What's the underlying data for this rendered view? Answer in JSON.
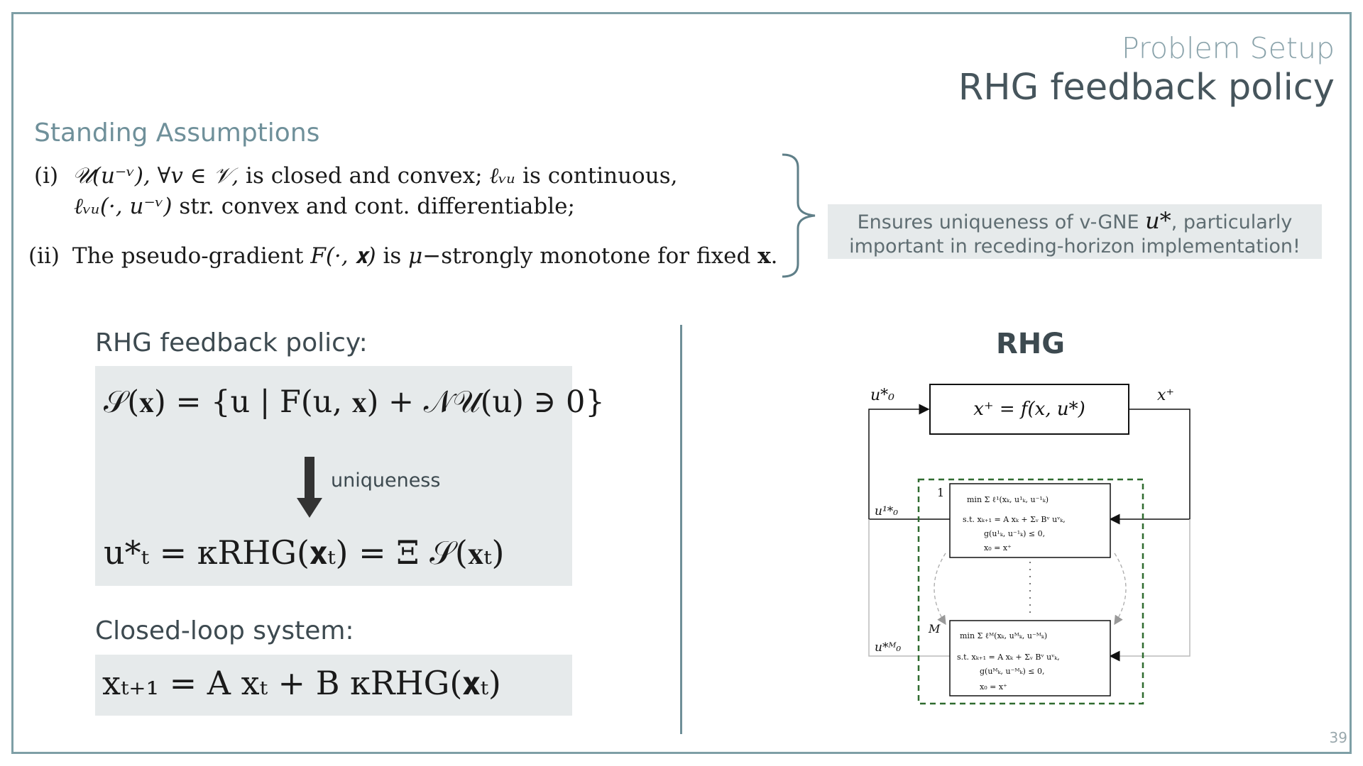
{
  "slide": {
    "section": "Problem Setup",
    "title": "RHG feedback policy",
    "page_number": "39"
  },
  "assumptions": {
    "heading": "Standing Assumptions",
    "item_i_label": "(i)",
    "item_i_line1_math": "𝒰(u⁻ᵛ), ∀v ∈ 𝒱,",
    "item_i_line1_text": " is closed and convex; ",
    "item_i_line1_math2": "ℓᵥᵤ",
    "item_i_line1_text2": " is continuous,",
    "item_i_line2_math": "ℓᵥᵤ(·, u⁻ᵛ)",
    "item_i_line2_text": " str. convex and cont. differentiable;",
    "item_ii_label": "(ii)",
    "item_ii_text1": "The pseudo-gradient ",
    "item_ii_math": "F(·, 𝐱)",
    "item_ii_text2": " is ",
    "item_ii_mu": "μ",
    "item_ii_text3": "−strongly monotone for fixed ",
    "item_ii_x": "𝐱",
    "item_ii_end": "."
  },
  "note": {
    "line1_a": "Ensures uniqueness of v-GNE ",
    "line1_math": "u*",
    "line1_b": ", particularly",
    "line2": "important in receding-horizon implementation!"
  },
  "policy": {
    "heading": "RHG feedback policy:",
    "eq_set": "𝒮(𝐱) = {u | F(u, 𝐱) + 𝒩𝒰(u) ∋ 0}",
    "arrow_label": "uniqueness",
    "eq_policy": "u*ₜ = κRHG(𝐱ₜ) = Ξ 𝒮(𝐱ₜ)"
  },
  "closed_loop": {
    "heading": "Closed-loop system:",
    "eq": "xₜ₊₁ = A xₜ + B κRHG(𝐱ₜ)"
  },
  "diagram": {
    "heading": "RHG",
    "plant": "x⁺ = f(x, u*)",
    "in_label": "u*₀",
    "out_label": "x⁺",
    "agent1_index": "1",
    "agent1_input": "u¹*₀",
    "agentM_index": "M",
    "agentM_input": "u*ᴹ₀",
    "agent1_lines": [
      "min   Σ   ℓ¹(xₖ, u¹ₖ, u⁻¹ₖ)",
      "s.t.  xₖ₊₁ = A xₖ + Σᵥ Bᵛ uᵛₖ,",
      "g(u¹ₖ, u⁻¹ₖ) ≤ 0,",
      "x₀ = x⁺"
    ],
    "agentM_lines": [
      "min   Σ   ℓᴹ(xₖ, uᴹₖ, u⁻ᴹₖ)",
      "s.t.  xₖ₊₁ = A xₖ + Σᵥ Bᵛ uᵛₖ,",
      "g(uᴹₖ, u⁻ᴹₖ) ≤ 0,",
      "x₀ = x⁺"
    ]
  }
}
